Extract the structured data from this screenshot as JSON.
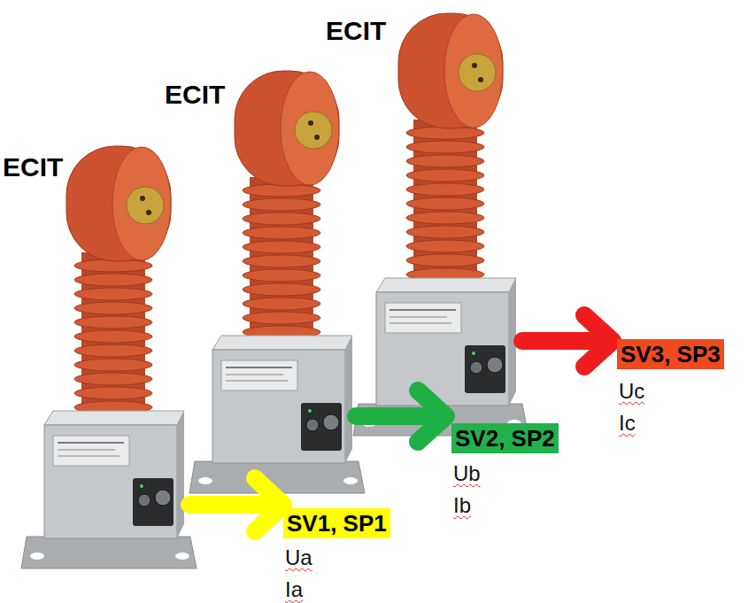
{
  "diagram": {
    "nodes": [
      {
        "text": [
          "SV1, SP1"
        ]
      },
      {
        "text": [
          "SV2, SP2"
        ]
      },
      {
        "text": [
          "SV3, SP3"
        ]
      }
    ],
    "labels": [
      "ECIT",
      "ECIT",
      "ECIT",
      "Ua",
      "Ia",
      "Ub",
      "Ib",
      "Uc",
      "Ic"
    ]
  }
}
